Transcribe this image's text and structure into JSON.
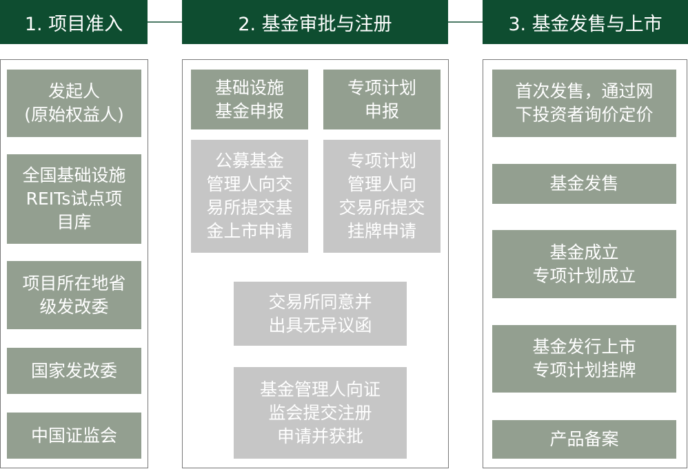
{
  "colors": {
    "header_bg": "#0e4d30",
    "box_dark": "#939f90",
    "box_light": "#c6c6c6",
    "arrow": "#9a9a9a",
    "text": "#ffffff"
  },
  "stages": [
    {
      "title": "1. 项目准入"
    },
    {
      "title": "2. 基金审批与注册"
    },
    {
      "title": "3. 基金发售与上市"
    }
  ],
  "stage1": {
    "sponsor": "发起人\n(原始权益人)",
    "project_library": "全国基础设施\nREITs试点项\n目库",
    "provincial_ndrc": "项目所在地省\n级发改委",
    "national_ndrc": "国家发改委",
    "csrc": "中国证监会"
  },
  "stage2": {
    "fund_filing": "基础设施\n基金申报",
    "plan_filing": "专项计划\n申报",
    "fund_listing_application": "公募基金\n管理人向交\n易所提交基\n金上市申请",
    "plan_listing_application": "专项计划\n管理人向\n交易所提交\n挂牌申请",
    "exchange_no_objection": "交易所同意并\n出具无异议函",
    "csrc_registration": "基金管理人向证\n监会提交注册\n申请并获批"
  },
  "stage3": {
    "initial_offering": "首次发售，通过网\n下投资者询价定价",
    "fund_sale": "基金发售",
    "fund_established": "基金成立\n专项计划成立",
    "listing": "基金发行上市\n专项计划挂牌",
    "product_filing": "产品备案"
  }
}
